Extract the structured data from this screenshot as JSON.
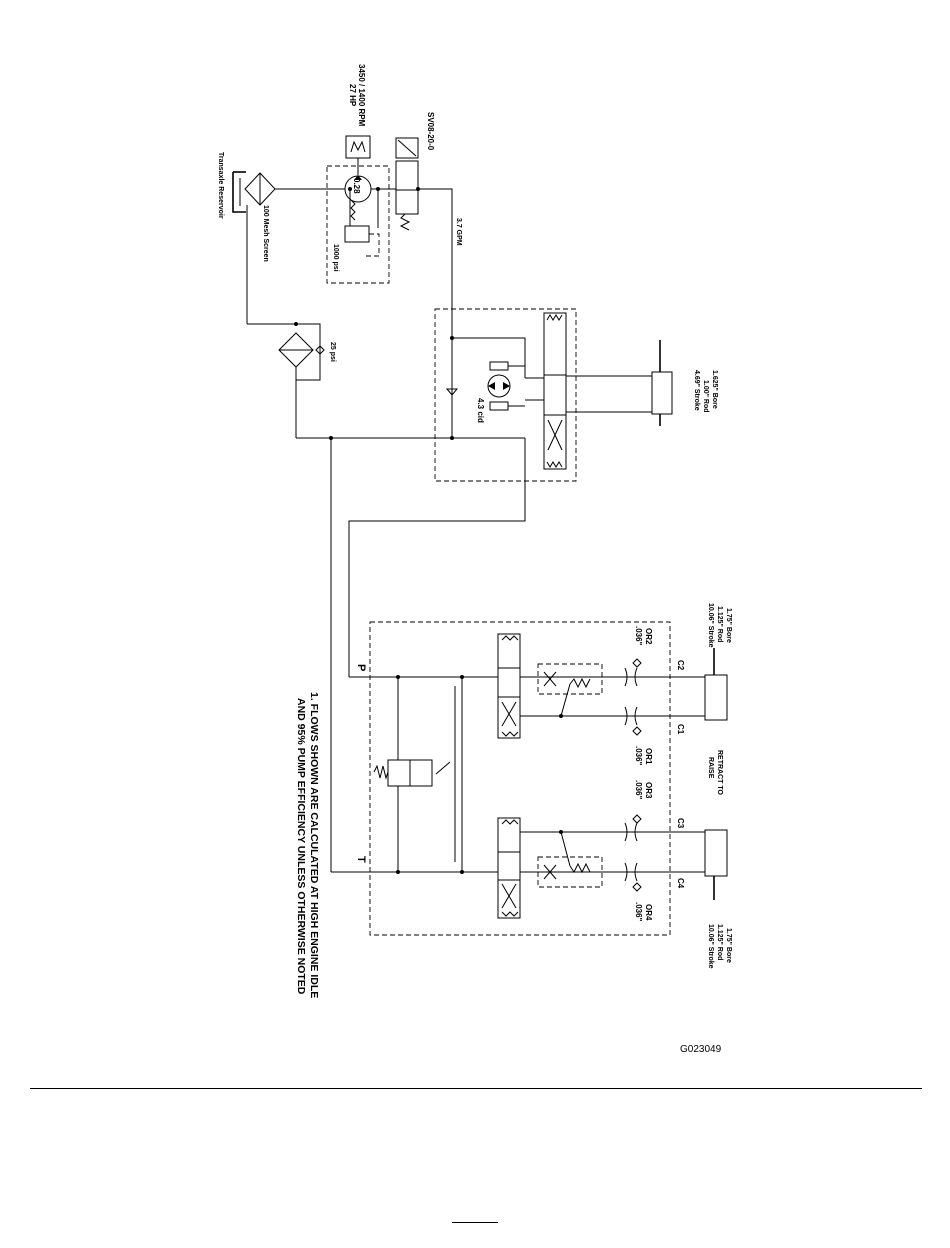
{
  "labels": {
    "reservoir": "Transaxle Reservoir",
    "screen": "100 Mesh Screen",
    "engine_speed": "3450 / 1400 RPM",
    "engine_hp": "27 HP",
    "pump_disp": "0.28",
    "relief": "1000 psi",
    "solenoid_valve": "SV08-20-0",
    "flow": "3.7 GPM",
    "filter_bypass": "25 psi",
    "motor_disp": "4.3 cid",
    "steer_cyl_bore": "1.625\" Bore",
    "steer_cyl_rod": "1.00\" Rod",
    "steer_cyl_stroke": "4.69\" Stroke",
    "lift_cyl_bore": "1.75\" Bore",
    "lift_cyl_rod": "1.125\" Rod",
    "lift_cyl_stroke": "10.06\" Stroke",
    "or2": "OR2",
    "or1": "OR1",
    "or3": "OR3",
    "or4": "OR4",
    "orifice_size": ".036\"",
    "c1": "C1",
    "c2": "C2",
    "c3": "C3",
    "c4": "C4",
    "retract_line1": "RETRACT TO",
    "retract_line2": "RAISE",
    "port_p": "P",
    "port_t": "T",
    "note_line1": "1. FLOWS SHOWN ARE CALCULATED AT HIGH ENGINE IDLE",
    "note_line2": "AND 95% PUMP EFFICIENCY UNLESS OTHERWISE NOTED",
    "figure_id": "G023049"
  }
}
